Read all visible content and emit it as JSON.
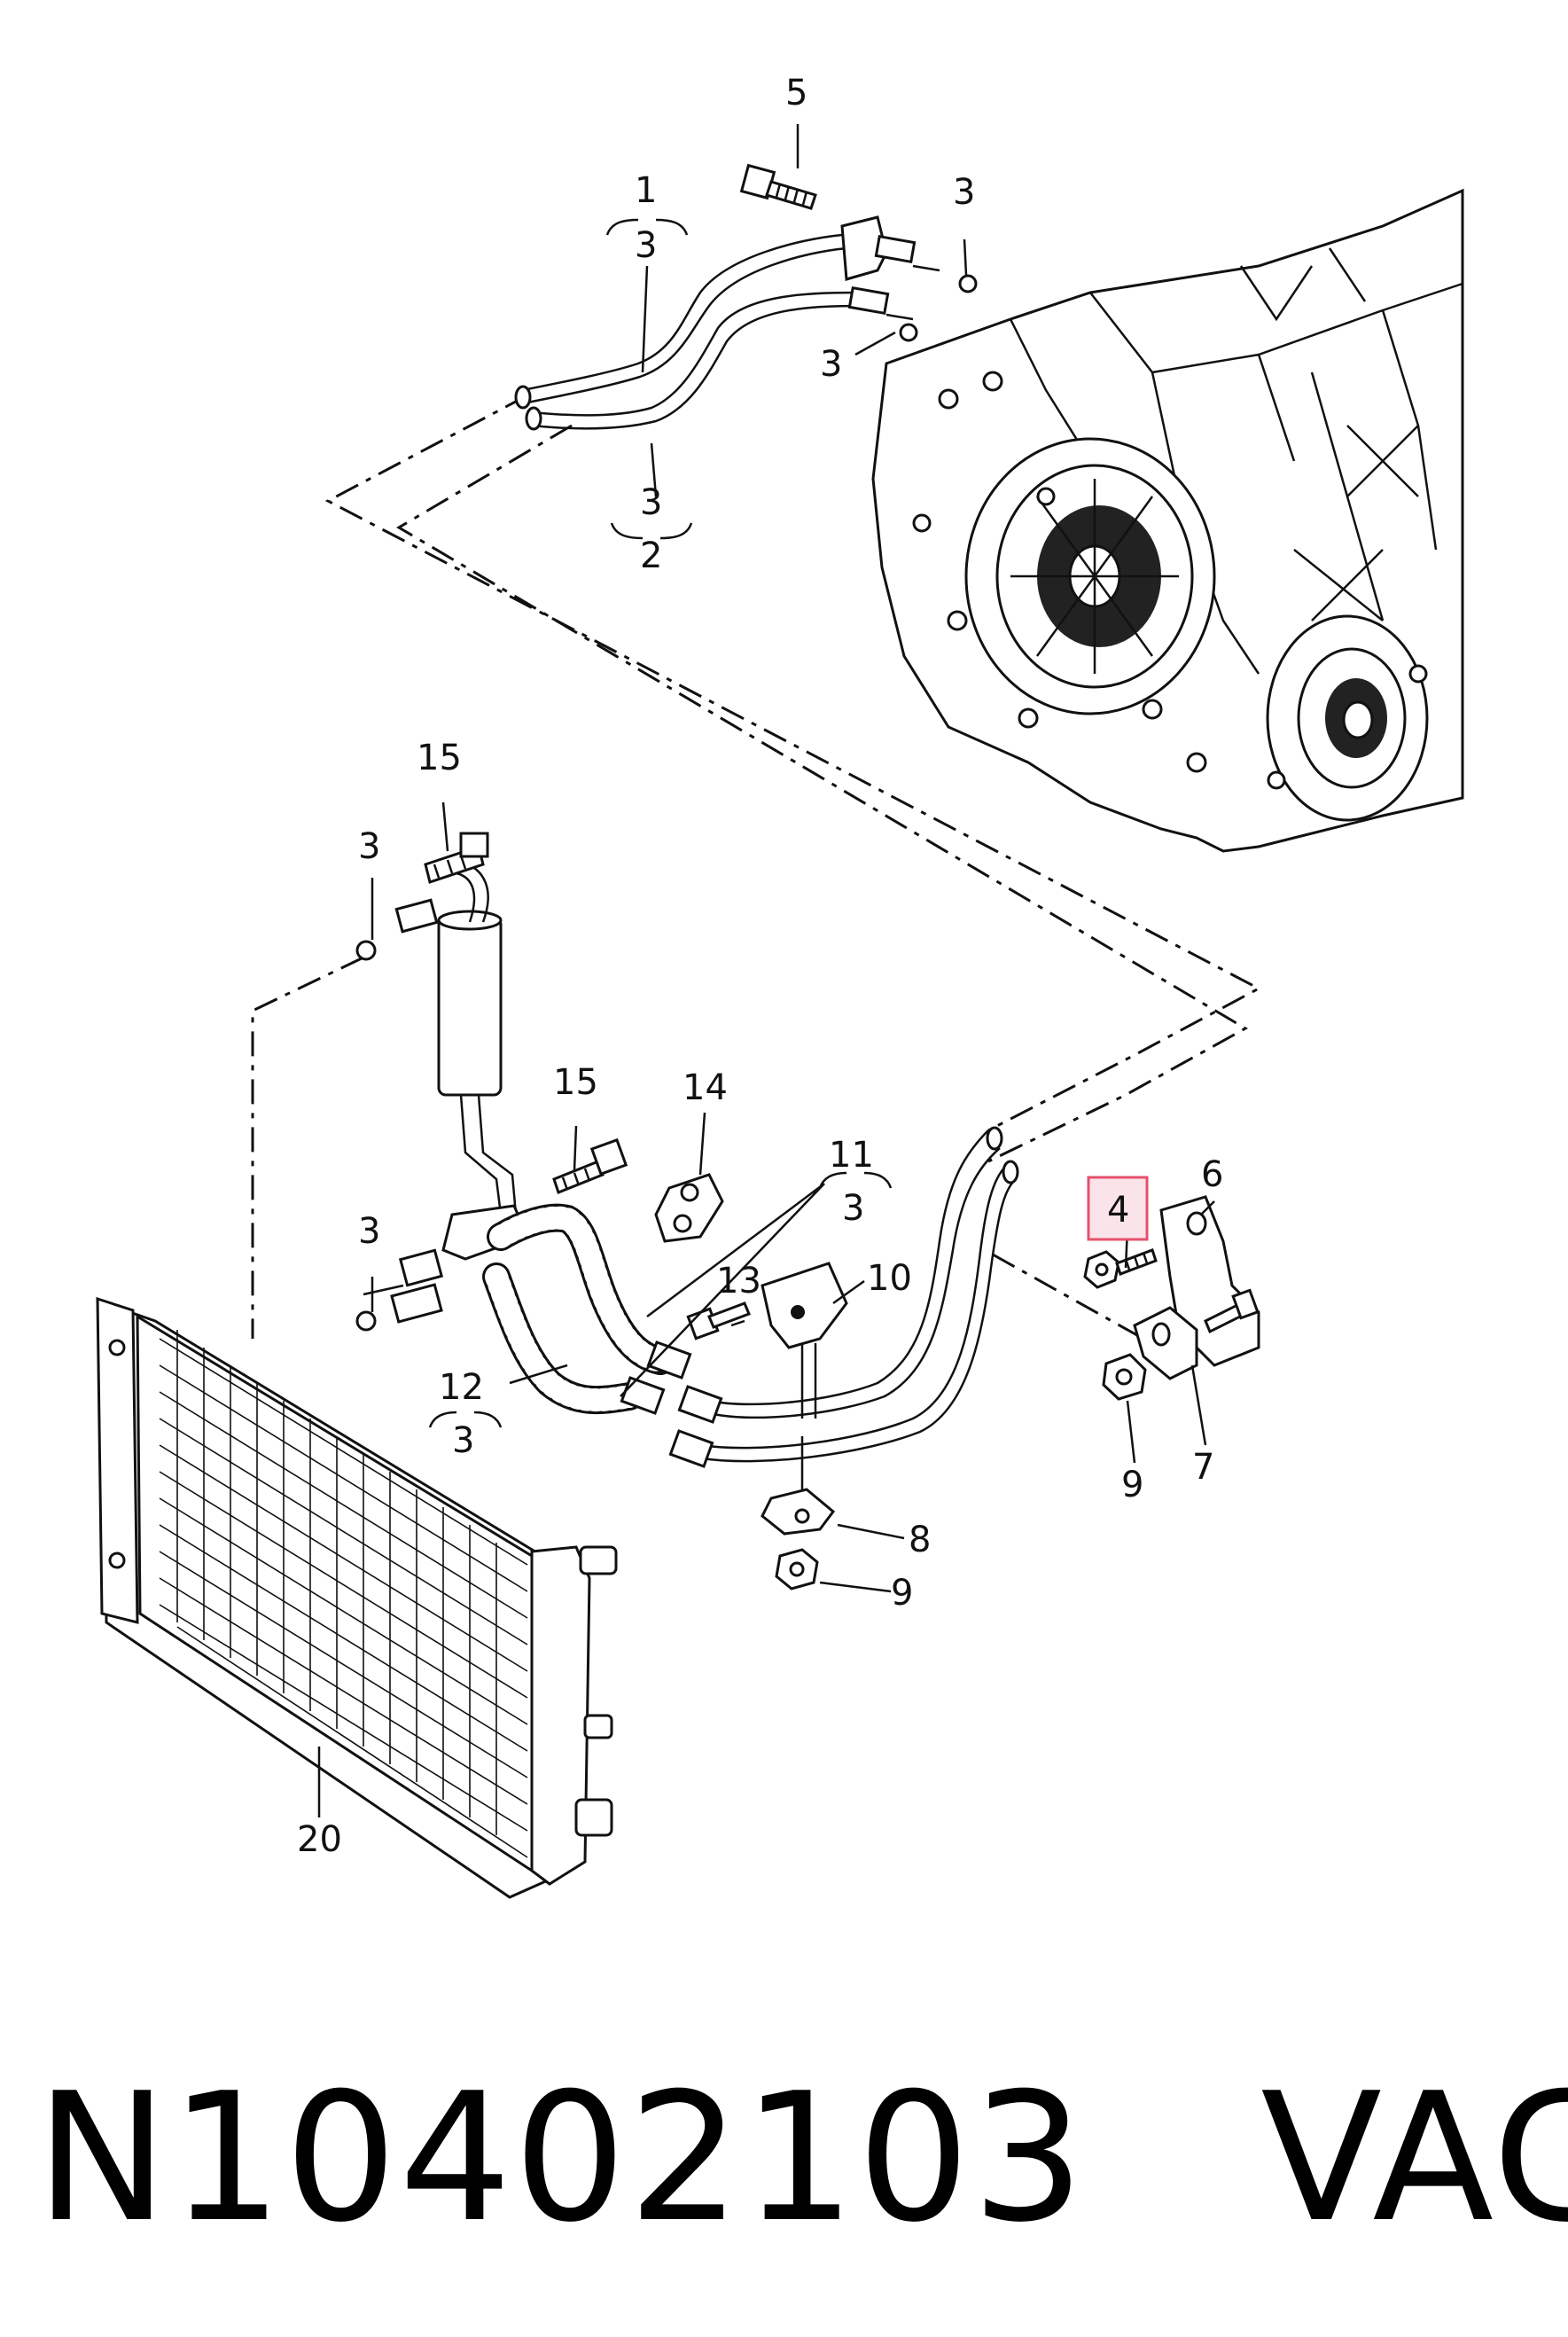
{
  "labels": {
    "l1": "1",
    "l1_sub": "3",
    "l2": "2",
    "l2_sub": "3",
    "l3_top_right": "3",
    "l3_top_mid": "3",
    "l5": "5",
    "l15_top": "15",
    "l3_left_top": "3",
    "l15_mid": "15",
    "l14": "14",
    "l11": "11",
    "l11_sub": "3",
    "l3_left_bottom": "3",
    "l13": "13",
    "l10": "10",
    "l12": "12",
    "l12_sub": "3",
    "l4": "4",
    "l6": "6",
    "l7": "7",
    "l9_right": "9",
    "l8": "8",
    "l9_bottom": "9",
    "l20": "20"
  },
  "caption": {
    "part_number": "N10402103",
    "brand": "VAG"
  },
  "colors": {
    "highlight_fill": "#fbe3ea",
    "highlight_stroke": "#e5506e"
  }
}
